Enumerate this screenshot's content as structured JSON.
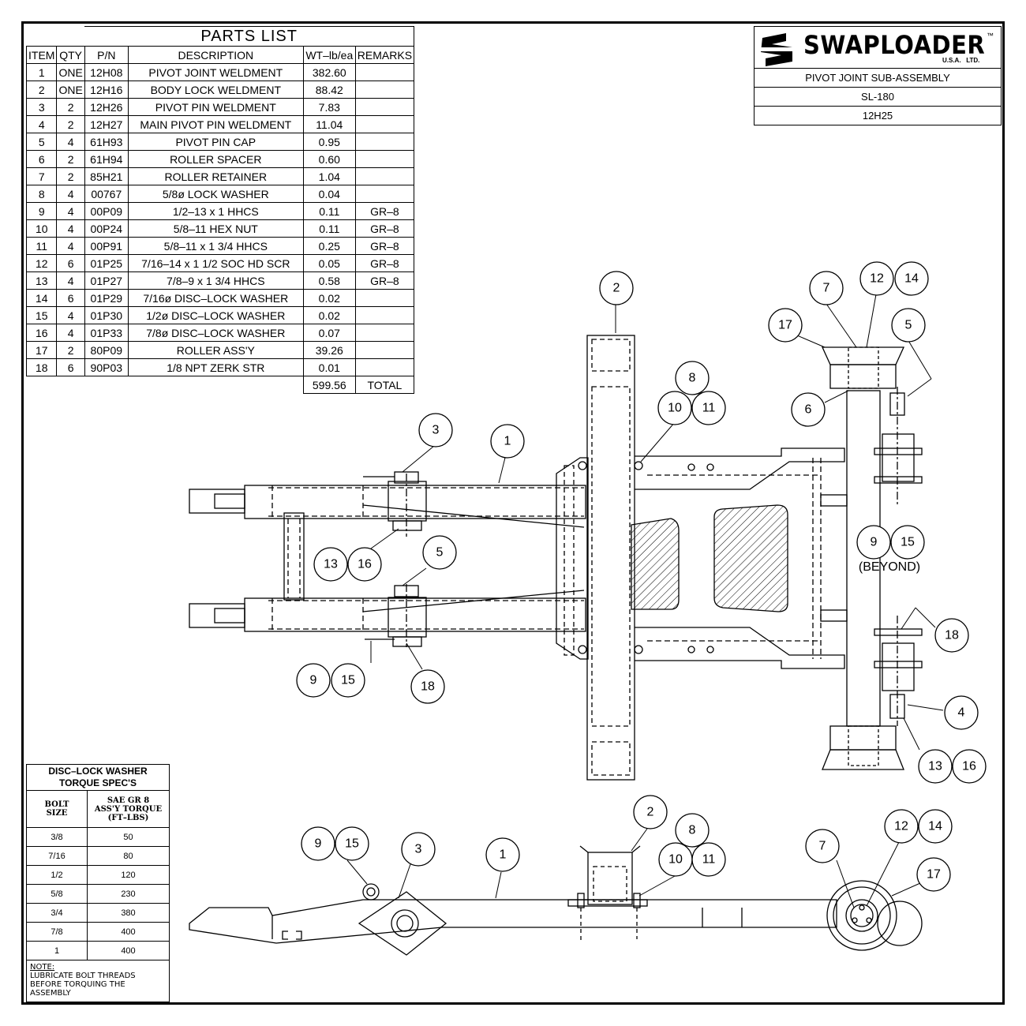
{
  "parts_list": {
    "title": "PARTS LIST",
    "headers": [
      "ITEM",
      "QTY",
      "P/N",
      "DESCRIPTION",
      "WT–lb/ea",
      "REMARKS"
    ],
    "rows": [
      [
        "1",
        "ONE",
        "12H08",
        "PIVOT JOINT WELDMENT",
        "382.60",
        ""
      ],
      [
        "2",
        "ONE",
        "12H16",
        "BODY LOCK WELDMENT",
        "88.42",
        ""
      ],
      [
        "3",
        "2",
        "12H26",
        "PIVOT PIN WELDMENT",
        "7.83",
        ""
      ],
      [
        "4",
        "2",
        "12H27",
        "MAIN PIVOT PIN WELDMENT",
        "11.04",
        ""
      ],
      [
        "5",
        "4",
        "61H93",
        "PIVOT PIN CAP",
        "0.95",
        ""
      ],
      [
        "6",
        "2",
        "61H94",
        "ROLLER SPACER",
        "0.60",
        ""
      ],
      [
        "7",
        "2",
        "85H21",
        "ROLLER RETAINER",
        "1.04",
        ""
      ],
      [
        "8",
        "4",
        "00767",
        "5/8ø LOCK WASHER",
        "0.04",
        ""
      ],
      [
        "9",
        "4",
        "00P09",
        "1/2–13 x 1 HHCS",
        "0.11",
        "GR–8"
      ],
      [
        "10",
        "4",
        "00P24",
        "5/8–11 HEX NUT",
        "0.11",
        "GR–8"
      ],
      [
        "11",
        "4",
        "00P91",
        "5/8–11 x 1 3/4 HHCS",
        "0.25",
        "GR–8"
      ],
      [
        "12",
        "6",
        "01P25",
        "7/16–14 x 1 1/2 SOC HD SCR",
        "0.05",
        "GR–8"
      ],
      [
        "13",
        "4",
        "01P27",
        "7/8–9 x 1 3/4 HHCS",
        "0.58",
        "GR–8"
      ],
      [
        "14",
        "6",
        "01P29",
        "7/16ø DISC–LOCK WASHER",
        "0.02",
        ""
      ],
      [
        "15",
        "4",
        "01P30",
        "1/2ø DISC–LOCK WASHER",
        "0.02",
        ""
      ],
      [
        "16",
        "4",
        "01P33",
        "7/8ø DISC–LOCK WASHER",
        "0.07",
        ""
      ],
      [
        "17",
        "2",
        "80P09",
        "ROLLER ASS'Y",
        "39.26",
        ""
      ],
      [
        "18",
        "6",
        "90P03",
        "1/8 NPT ZERK STR",
        "0.01",
        ""
      ]
    ],
    "total_weight": "599.56",
    "total_label": "TOTAL"
  },
  "title_block": {
    "brand": "SWAPLOADER",
    "tm": "™",
    "brand_sub": "U.S.A.   LTD.",
    "title": "PIVOT JOINT SUB-ASSEMBLY",
    "model": "SL-180",
    "drawing_number": "12H25"
  },
  "torque_table": {
    "title_line1": "DISC–LOCK WASHER",
    "title_line2": "TORQUE SPEC'S",
    "col1_line1": "BOLT",
    "col1_line2": "SIZE",
    "col2_line1": "SAE GR 8",
    "col2_line2": "ASS'Y TORQUE",
    "col2_line3": "(FT–LBS)",
    "rows": [
      [
        "3/8",
        "50"
      ],
      [
        "7/16",
        "80"
      ],
      [
        "1/2",
        "120"
      ],
      [
        "5/8",
        "230"
      ],
      [
        "3/4",
        "380"
      ],
      [
        "7/8",
        "400"
      ],
      [
        "1",
        "400"
      ]
    ],
    "note_label": "NOTE:",
    "note_line1": "LUBRICATE BOLT THREADS",
    "note_line2": "BEFORE TORQUING THE",
    "note_line3": "ASSEMBLY"
  },
  "beyond_label": "(BEYOND)",
  "balloons_top": [
    "2",
    "8",
    "10",
    "11",
    "3",
    "1",
    "7",
    "12",
    "14",
    "17",
    "5",
    "6",
    "9",
    "15",
    "13",
    "16",
    "5",
    "9",
    "15",
    "18",
    "18",
    "4",
    "13",
    "16"
  ],
  "balloons_side": [
    "2",
    "8",
    "10",
    "11",
    "9",
    "15",
    "3",
    "1",
    "7",
    "12",
    "14",
    "17"
  ]
}
